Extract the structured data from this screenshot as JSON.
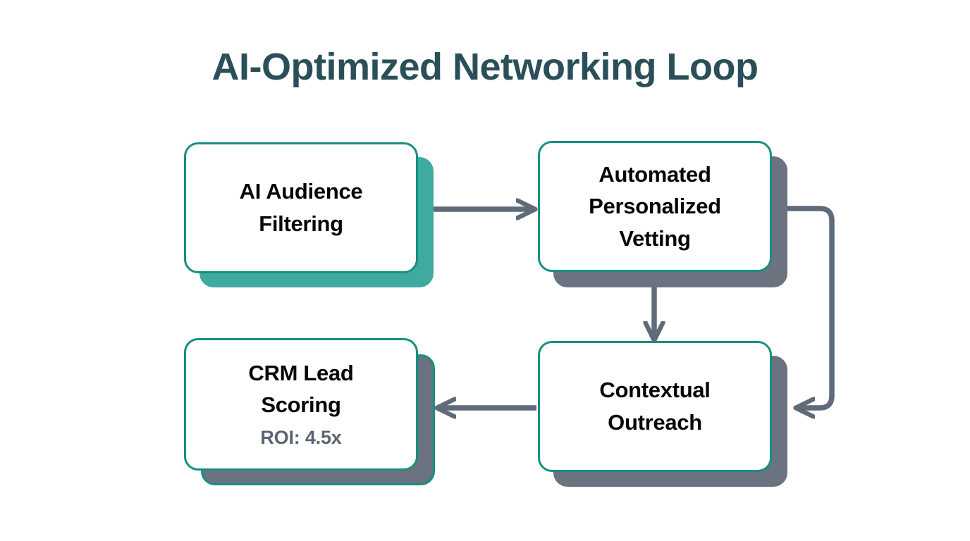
{
  "diagram": {
    "title": "AI-Optimized Networking Loop",
    "background_color": "#ffffff",
    "title_color": "#2a4f59",
    "accent_color": "#17907f",
    "shadow_teal_color": "#3faaa0",
    "shadow_gray_color": "#6b7280",
    "connector_color": "#606b7a",
    "metric_text_color": "#5a6472",
    "node_text_color": "#050505",
    "nodes": [
      {
        "id": "ai-audience-filtering",
        "label": "AI Audience\nFiltering",
        "metric": "",
        "shadow_color": "#3faaa0"
      },
      {
        "id": "automated-personalized-vetting",
        "label": "Automated\nPersonalized\nVetting",
        "metric": "",
        "shadow_color": "#6b7280"
      },
      {
        "id": "crm-lead-scoring",
        "label": "CRM Lead\nScoring",
        "metric": "ROI: 4.5x",
        "shadow_color": "#6b7280"
      },
      {
        "id": "contextual-outreach",
        "label": "Contextual\nOutreach",
        "metric": "",
        "shadow_color": "#6b7280"
      }
    ],
    "connectors": [
      {
        "id": "filtering-to-vetting",
        "from": "ai-audience-filtering",
        "to": "automated-personalized-vetting",
        "direction": "right"
      },
      {
        "id": "vetting-to-outreach",
        "from": "automated-personalized-vetting",
        "to": "contextual-outreach",
        "direction": "down"
      },
      {
        "id": "outreach-to-crm",
        "from": "contextual-outreach",
        "to": "crm-lead-scoring",
        "direction": "left"
      },
      {
        "id": "vetting-loop-to-outreach",
        "from": "automated-personalized-vetting",
        "to": "contextual-outreach",
        "direction": "loop-right"
      }
    ]
  }
}
